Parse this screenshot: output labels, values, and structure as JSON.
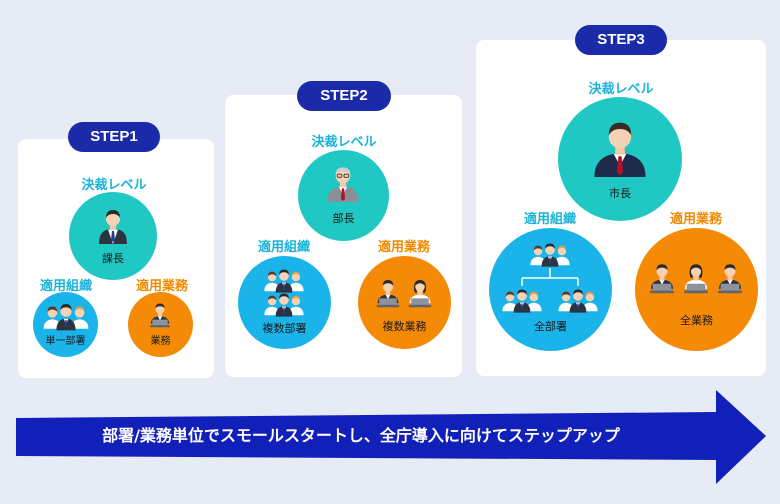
{
  "steps": [
    {
      "pill": "STEP1",
      "decision_label": "決裁レベル",
      "decision_role": "課長",
      "org_label": "適用組織",
      "org_value": "単一部署",
      "biz_label": "適用業務",
      "biz_value": "業務"
    },
    {
      "pill": "STEP2",
      "decision_label": "決裁レベル",
      "decision_role": "部長",
      "org_label": "適用組織",
      "org_value": "複数部署",
      "biz_label": "適用業務",
      "biz_value": "複数業務"
    },
    {
      "pill": "STEP3",
      "decision_label": "決裁レベル",
      "decision_role": "市長",
      "org_label": "適用組織",
      "org_value": "全部署",
      "biz_label": "適用業務",
      "biz_value": "全業務"
    }
  ],
  "arrow": {
    "text": "部署/業務単位でスモールスタートし、全庁導入に向けてステップアップ"
  },
  "colors": {
    "pill": "#1b2aa8",
    "arrow": "#1020b8",
    "decision_circle": "#1fc8c2",
    "org_circle": "#1ab3ea",
    "biz_circle": "#f58a06",
    "label_teal": "#1bb3d9",
    "label_orange": "#f08a00"
  },
  "icons": {
    "manager": "person-manager-icon",
    "director": "person-director-icon",
    "mayor": "person-mayor-icon",
    "group": "people-group-icon",
    "worker": "office-worker-icon",
    "org_tree": "org-chart-icon"
  }
}
